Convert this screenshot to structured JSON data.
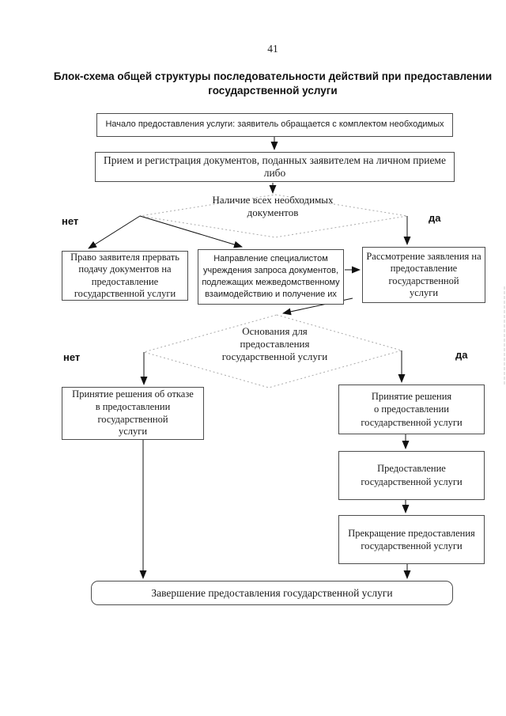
{
  "page": {
    "number": "41",
    "title": "Блок-схема общей структуры последовательности действий при предоставлении\nгосударственной услуги"
  },
  "flowchart": {
    "nodes": {
      "start": "Начало предоставления услуги: заявитель обращается с комплектом необходимых",
      "reception": "Прием и регистрация документов, поданных заявителем на личном приеме либо",
      "decision_documents": "Наличие всех необходимых\nдокументов",
      "right_to_interrupt": "Право заявителя прервать\nподачу документов на\nпредоставление\nгосударственной услуги",
      "interagency_request": "Направление специалистом\nучреждения запроса документов,\nподлежащих межведомственному\nвзаимодействию и получение их",
      "application_review": "Рассмотрение заявления на\nпредоставление\nгосударственной\nуслуги",
      "decision_grounds": "Основания для\nпредоставления\nгосударственной услуги",
      "refusal_decision": "Принятие решения об отказе\nв предоставлении\nгосударственной\nуслуги",
      "approval_decision": "Принятие решения\nо предоставлении\nгосударственной услуги",
      "service_provision": "Предоставление\nгосударственной услуги",
      "service_termination": "Прекращение предоставления\nгосударственной услуги",
      "completion": "Завершение предоставления государственной услуги"
    },
    "branch_labels": {
      "no_documents": "нет",
      "yes_documents": "да",
      "no_grounds": "нет",
      "yes_grounds": "да"
    },
    "colors": {
      "text": "#1b1b1b",
      "box_border": "#4d4d4d",
      "arrow": "#111111",
      "diamond_outline": "#aaaaaa"
    }
  }
}
